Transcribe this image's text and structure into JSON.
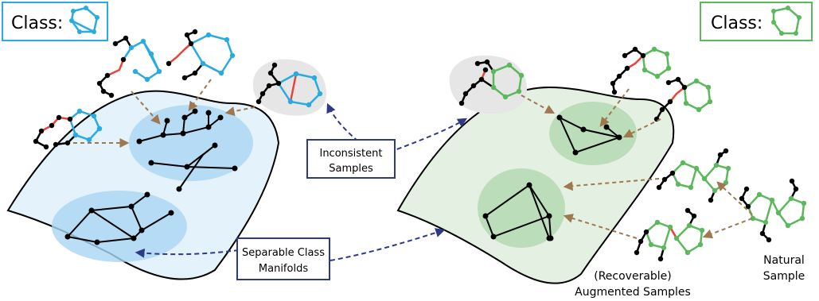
{
  "left_class": {
    "label": "Class:",
    "color": "#29abe2"
  },
  "right_class": {
    "label": "Class:",
    "color": "#5cb85c"
  },
  "callouts": {
    "inconsistent": {
      "line1": "Inconsistent",
      "line2": "Samples"
    },
    "separable": {
      "line1": "Separable Class",
      "line2": "Manifolds"
    }
  },
  "labels": {
    "natural": {
      "line1": "Natural",
      "line2": "Sample"
    },
    "augmented": {
      "line1": "(Recoverable)",
      "line2": "Augmented Samples"
    }
  },
  "colors": {
    "blue_edge": "#29abe2",
    "blue_region": "#a9d6f2",
    "blue_manifold": "#e3f2fb",
    "green_edge": "#5cb85c",
    "green_region": "#b5d9b2",
    "green_manifold": "#e4f1e2",
    "callout_border": "#2e3a87",
    "arrow_brown": "#a07850",
    "arrow_navy": "#2e3a87",
    "highlight_edge": "#e8443a"
  }
}
